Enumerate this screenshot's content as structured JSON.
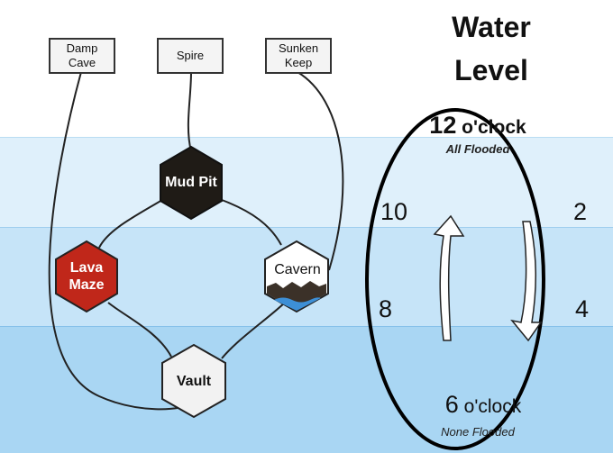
{
  "top_labels": [
    "Damp\nCave",
    "Spire",
    "Sunken\nKeep"
  ],
  "nodes": {
    "mud_pit": "Mud Pit",
    "lava_maze": "Lava\nMaze",
    "cavern": "Cavern",
    "vault": "Vault"
  },
  "water_level": {
    "title_line1": "Water",
    "title_line2": "Level",
    "top_number": "12",
    "top_suffix": " o'clock",
    "top_caption": "All Flooded",
    "bottom_number": "6",
    "bottom_suffix": " o'clock",
    "bottom_caption": "None Flooded",
    "hour_10": "10",
    "hour_2": "2",
    "hour_8": "8",
    "hour_4": "4"
  },
  "colors": {
    "mud_pit": "#1f1b16",
    "lava_maze": "#c0271a",
    "cavern": "#ffffff",
    "vault": "#f2f2f2",
    "water_light": "#dff0fb",
    "water_mid": "#c6e4f8",
    "water_deep": "#a9d6f3"
  }
}
